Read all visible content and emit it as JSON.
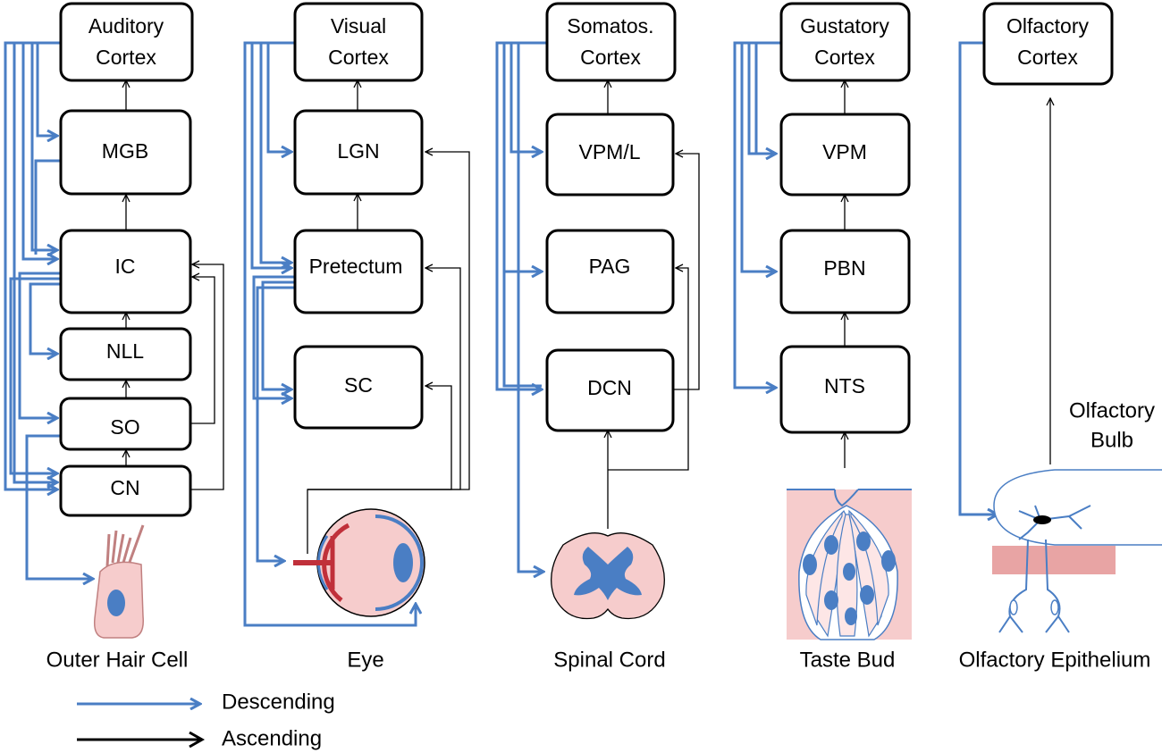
{
  "colors": {
    "descending": "#4a7ec4",
    "ascending": "#000000",
    "tissue_pink": "#f6cccc",
    "tissue_red": "#e8a4a4"
  },
  "columns": {
    "auditory": {
      "cortex": [
        "Auditory",
        "Cortex"
      ],
      "nodes": {
        "mgb": "MGB",
        "ic": "IC",
        "nll": "NLL",
        "so": "SO",
        "cn": "CN"
      },
      "organ": "Outer Hair Cell"
    },
    "visual": {
      "cortex": [
        "Visual",
        "Cortex"
      ],
      "nodes": {
        "lgn": "LGN",
        "pretectum": "Pretectum",
        "sc": "SC"
      },
      "organ": "Eye"
    },
    "somatosensory": {
      "cortex": [
        "Somatos.",
        "Cortex"
      ],
      "nodes": {
        "vpml": "VPM/L",
        "pag": "PAG",
        "dcn": "DCN"
      },
      "organ": "Spinal Cord"
    },
    "gustatory": {
      "cortex": [
        "Gustatory",
        "Cortex"
      ],
      "nodes": {
        "vpm": "VPM",
        "pbn": "PBN",
        "nts": "NTS"
      },
      "organ": "Taste Bud"
    },
    "olfactory": {
      "cortex": [
        "Olfactory",
        "Cortex"
      ],
      "bulb": [
        "Olfactory",
        "Bulb"
      ],
      "organ": "Olfactory Epithelium"
    }
  },
  "legend": {
    "descending": "Descending",
    "ascending": "Ascending"
  }
}
